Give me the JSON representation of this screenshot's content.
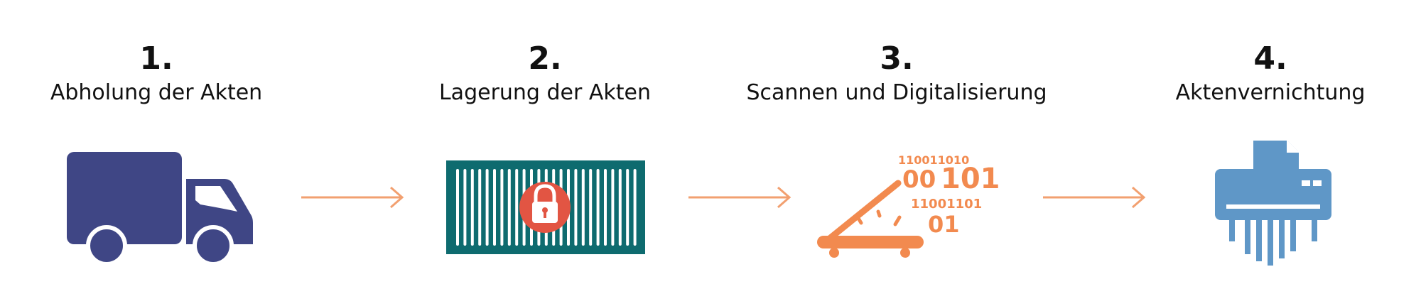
{
  "steps": [
    {
      "number": "1.",
      "title": "Abholung der Akten",
      "icon": "truck-icon"
    },
    {
      "number": "2.",
      "title": "Lagerung der Akten",
      "icon": "locked-container-icon"
    },
    {
      "number": "3.",
      "title": "Scannen und Digitalisierung",
      "icon": "scanner-icon"
    },
    {
      "number": "4.",
      "title": "Aktenvernichtung",
      "icon": "shredder-icon"
    }
  ],
  "scanner_binary": [
    "110011010",
    "00",
    "101",
    "11001101",
    "01"
  ],
  "colors": {
    "truck": "#3f4685",
    "container": "#0e6b6f",
    "lock_badge": "#e25543",
    "scanner": "#f28a4f",
    "arrow": "#f2a070",
    "shredder": "#5f97c7"
  }
}
